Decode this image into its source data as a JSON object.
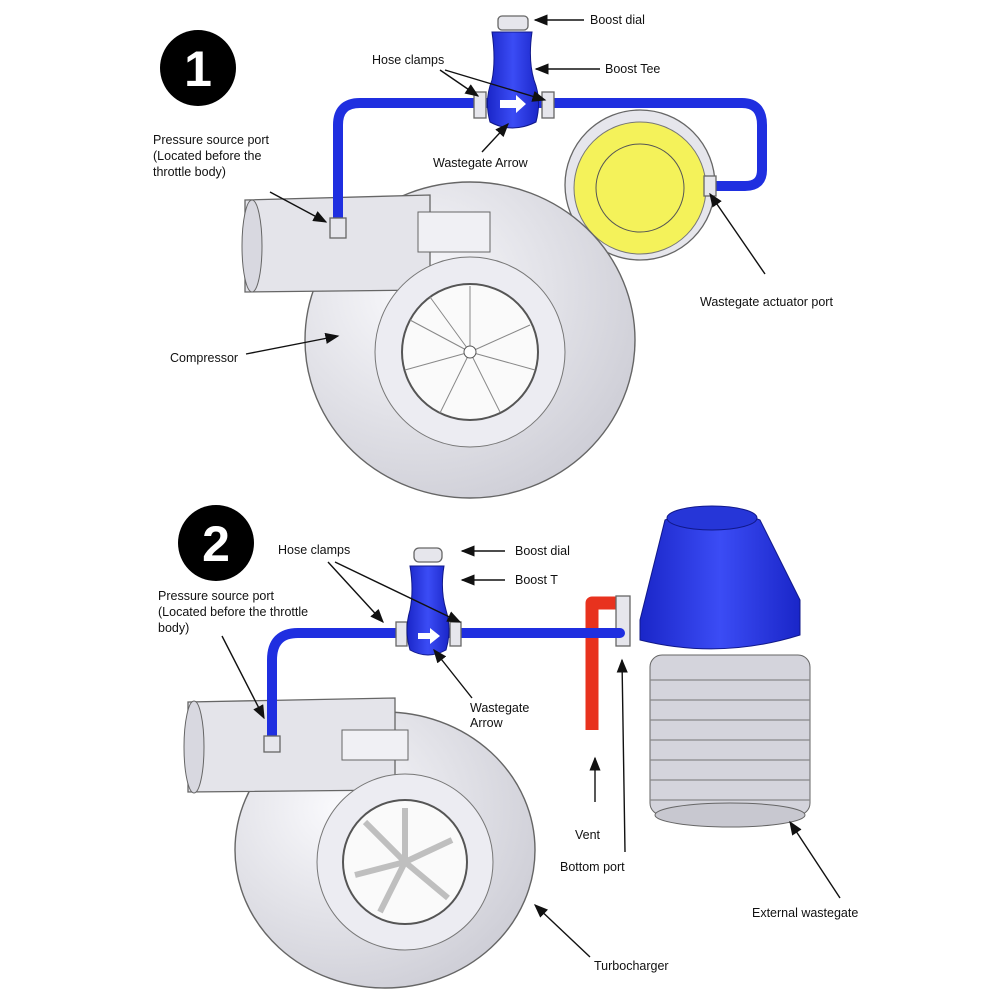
{
  "colors": {
    "hose": "#1f2fe0",
    "actuator": "#f4f25a",
    "vent": "#e8321e",
    "metal": "#e6e6ec"
  },
  "diagram1": {
    "badge": "1",
    "labels": {
      "boost_dial": "Boost dial",
      "boost_tee": "Boost Tee",
      "hose_clamps": "Hose clamps",
      "pressure_source": [
        "Pressure source port",
        "(Located before the",
        "throttle body)"
      ],
      "wastegate_arrow": "Wastegate Arrow",
      "actuator_port": "Wastegate actuator port",
      "compressor": "Compressor"
    }
  },
  "diagram2": {
    "badge": "2",
    "labels": {
      "hose_clamps": "Hose clamps",
      "boost_dial": "Boost dial",
      "boost_t": "Boost T",
      "pressure_source": [
        "Pressure source port",
        "(Located before the throttle",
        "body)"
      ],
      "wastegate_arrow": [
        "Wastegate",
        "Arrow"
      ],
      "vent": "Vent",
      "bottom_port": "Bottom port",
      "external_wastegate": "External wastegate",
      "turbocharger": "Turbocharger"
    }
  }
}
